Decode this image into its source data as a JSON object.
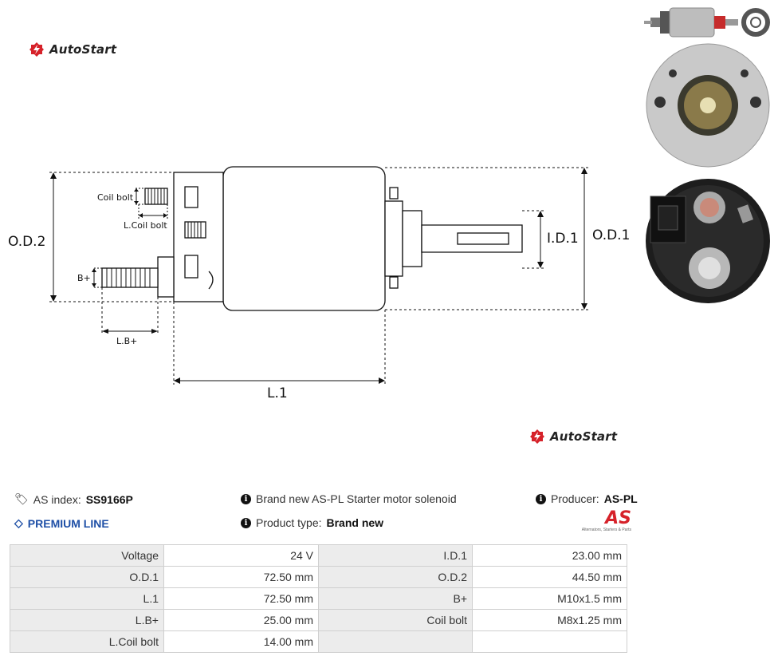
{
  "brand": {
    "name": "AutoStart",
    "color": "#d6222a"
  },
  "diagram_labels": {
    "od2": "O.D.2",
    "od1": "O.D.1",
    "id1": "I.D.1",
    "l1": "L.1",
    "coil_bolt": "Coil bolt",
    "l_coil_bolt": "L.Coil bolt",
    "bplus": "B+",
    "lbplus": "L.B+"
  },
  "product": {
    "as_index_label": "AS index:",
    "as_index": "SS9166P",
    "premium": "PREMIUM LINE",
    "description": "Brand new AS-PL Starter motor solenoid",
    "type_label": "Product type:",
    "type": "Brand new",
    "producer_label": "Producer:",
    "producer": "AS-PL",
    "producer_logo_text": "AS",
    "producer_tagline": "Alternators, Starters & Parts"
  },
  "specs": [
    [
      {
        "label": "Voltage",
        "value": "24 V"
      },
      {
        "label": "I.D.1",
        "value": "23.00 mm"
      }
    ],
    [
      {
        "label": "O.D.1",
        "value": "72.50 mm"
      },
      {
        "label": "O.D.2",
        "value": "44.50 mm"
      }
    ],
    [
      {
        "label": "L.1",
        "value": "72.50 mm"
      },
      {
        "label": "B+",
        "value": "M10x1.5 mm"
      }
    ],
    [
      {
        "label": "L.B+",
        "value": "25.00 mm"
      },
      {
        "label": "Coil bolt",
        "value": "M8x1.25 mm"
      }
    ],
    [
      {
        "label": "L.Coil bolt",
        "value": "14.00 mm"
      },
      {
        "label": "",
        "value": ""
      }
    ]
  ]
}
